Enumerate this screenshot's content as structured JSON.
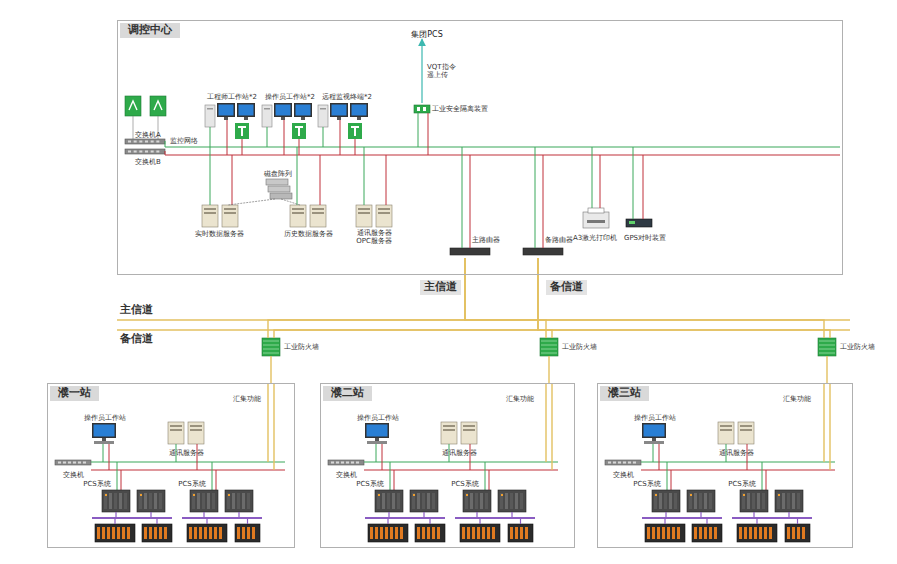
{
  "diagram": {
    "nodes": [
      {
        "text": [
          "调控中心"
        ]
      },
      {
        "text": [
          "集团PCS"
        ],
        "in": 0
      },
      {
        "text": [
          "工业安全隔离装置"
        ],
        "in": 0
      },
      {
        "text": [
          "工程师工作站*2"
        ],
        "in": 0
      },
      {
        "text": [
          "操作员工作站*2"
        ],
        "in": 0
      },
      {
        "text": [
          "远程监视终端*2"
        ],
        "in": 0
      },
      {
        "text": [
          "交换机A"
        ],
        "in": 0
      },
      {
        "text": [
          "交换机B"
        ],
        "in": 0
      },
      {
        "text": [
          "实时数据服务器"
        ],
        "in": 0
      },
      {
        "text": [
          "磁盘阵列"
        ],
        "in": 0
      },
      {
        "text": [
          "历史数据服务器"
        ],
        "in": 0
      },
      {
        "text": [
          "通讯服务器 OPC服务器"
        ],
        "in": 0
      },
      {
        "text": [
          "主路由器"
        ],
        "in": 0
      },
      {
        "text": [
          "备路由器"
        ],
        "in": 0
      },
      {
        "text": [
          "A3激光打印机"
        ],
        "in": 0
      },
      {
        "text": [
          "GPS对时装置"
        ],
        "in": 0
      },
      {
        "text": [
          "工业防火墙"
        ]
      },
      {
        "text": [
          "工业防火墙"
        ]
      },
      {
        "text": [
          "工业防火墙"
        ]
      },
      {
        "text": [
          "濮一站",
          "汇集功能"
        ]
      },
      {
        "text": [
          "操作员工作站"
        ],
        "in": 19
      },
      {
        "text": [
          "通讯服务器"
        ],
        "in": 19
      },
      {
        "text": [
          "交换机"
        ],
        "in": 19
      },
      {
        "text": [
          "PCS系统"
        ],
        "in": 19
      },
      {
        "text": [
          "PCS系统"
        ],
        "in": 19
      },
      {
        "text": [
          "濮二站",
          "汇集功能"
        ]
      },
      {
        "text": [
          "操作员工作站"
        ],
        "in": 25
      },
      {
        "text": [
          "通讯服务器"
        ],
        "in": 25
      },
      {
        "text": [
          "交换机"
        ],
        "in": 25
      },
      {
        "text": [
          "PCS系统"
        ],
        "in": 25
      },
      {
        "text": [
          "PCS系统"
        ],
        "in": 25
      },
      {
        "text": [
          "濮三站",
          "汇集功能"
        ]
      },
      {
        "text": [
          "操作员工作站"
        ],
        "in": 31
      },
      {
        "text": [
          "通讯服务器"
        ],
        "in": 31
      },
      {
        "text": [
          "交换机"
        ],
        "in": 31
      },
      {
        "text": [
          "PCS系统"
        ],
        "in": 31
      },
      {
        "text": [
          "PCS系统"
        ],
        "in": 31
      }
    ],
    "edges": [
      {
        "from": 2,
        "to": 1,
        "arrow": "to",
        "label": "VQT指令 遥上传"
      },
      {
        "from": 12,
        "to": 16,
        "arrow": "none"
      },
      {
        "from": 12,
        "to": 17,
        "arrow": "none"
      },
      {
        "from": 12,
        "to": 18,
        "arrow": "none"
      },
      {
        "from": 13,
        "to": 16,
        "arrow": "none"
      },
      {
        "from": 13,
        "to": 17,
        "arrow": "none"
      },
      {
        "from": 13,
        "to": 18,
        "arrow": "none"
      },
      {
        "from": 16,
        "to": 19,
        "arrow": "none"
      },
      {
        "from": 17,
        "to": 25,
        "arrow": "none"
      },
      {
        "from": 18,
        "to": 31,
        "arrow": "none"
      }
    ],
    "labels": [
      "主信道",
      "备信道",
      "主信道",
      "备信道",
      "监控网络"
    ]
  }
}
